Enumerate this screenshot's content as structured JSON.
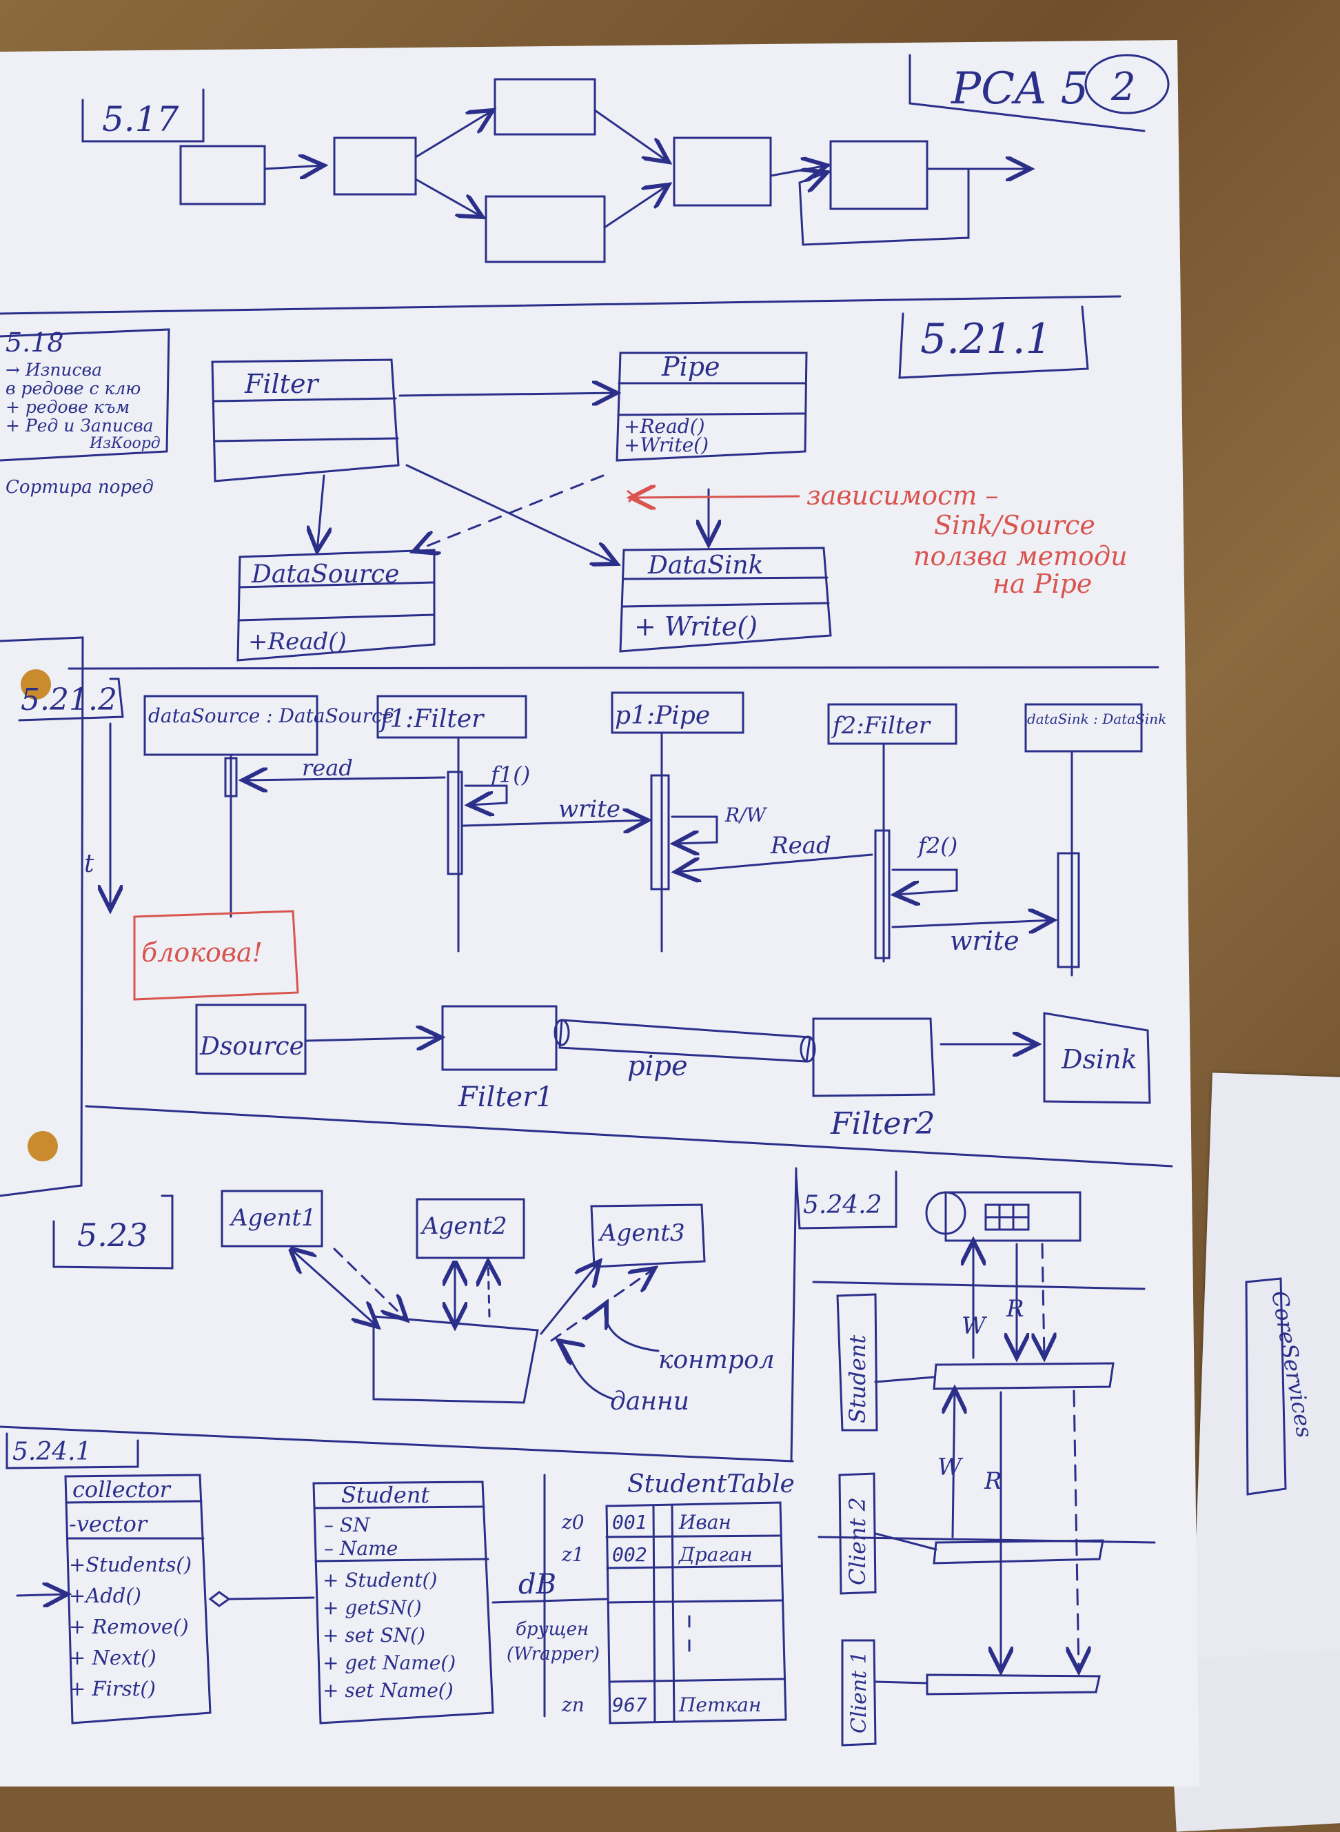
{
  "corner_label": "PCA 5",
  "corner_number": "2",
  "ink_color": "#2b2f8a",
  "red_ink_color": "#d9534f",
  "sections": {
    "s517": "5.17",
    "s518": {
      "number": "5.18",
      "notes": [
        "→ Изписва",
        "в редове с клю",
        "+ редове към",
        "+ Ред и Записва",
        "ИзКоорд",
        "Сортира поред"
      ]
    },
    "s5211": {
      "number": "5.21.1",
      "filter": {
        "name": "Filter"
      },
      "pipe": {
        "name": "Pipe",
        "ops": [
          "+Read()",
          "+Write()"
        ]
      },
      "datasource": {
        "name": "DataSource",
        "ops": [
          "+Read()"
        ]
      },
      "datasink": {
        "name": "DataSink",
        "ops": [
          "+ Write()"
        ]
      },
      "red_note": [
        "зависимост –",
        "Sink/Source",
        "ползва методи",
        "на Pipe"
      ]
    },
    "s5212": {
      "number": "5.21.2",
      "time": "t",
      "lifelines": [
        "dataSource : DataSource",
        "f1:Filter",
        "p1:Pipe",
        "f2:Filter",
        "dataSink : DataSink"
      ],
      "messages": {
        "read1": "read",
        "f1": "f1()",
        "write1": "write",
        "rw": "R/W",
        "read2": "Read",
        "f2": "f2()",
        "write2": "write"
      },
      "red_note": "блокова!",
      "pipeline": {
        "dsource": "Dsource",
        "filter1": "Filter1",
        "pipe": "pipe",
        "filter2": "Filter2",
        "dsink": "Dsink"
      }
    },
    "s523": {
      "number": "5.23",
      "agents": [
        "Agent1",
        "Agent2",
        "Agent3"
      ],
      "labels": {
        "control": "контрол",
        "data": "данни"
      }
    },
    "s5241": {
      "number": "5.24.1",
      "collector": {
        "name": "collector",
        "attr": "-vector",
        "ops": [
          "+Students()",
          "+Add()",
          "+ Remove()",
          "+ Next()",
          "+ First()"
        ]
      },
      "student": {
        "name": "Student",
        "attrs": [
          "– SN",
          "– Name"
        ],
        "ops": [
          "+ Student()",
          "+ getSN()",
          "+ set SN()",
          "+ get Name()",
          "+ set Name()"
        ]
      },
      "db": "dB",
      "wrapper": [
        "брущен",
        "(Wrapper)"
      ],
      "table": {
        "title": "StudentTable",
        "rows": [
          [
            "z0",
            "001",
            "Иван"
          ],
          [
            "z1",
            "002",
            "Драган"
          ],
          [
            "zn",
            "967",
            "Петкан"
          ]
        ]
      }
    },
    "s5242": {
      "number": "5.24.2",
      "clients": [
        "Student",
        "Client 2",
        "Client 1"
      ],
      "arrows": {
        "w": "W",
        "r": "R"
      }
    },
    "side_sheet": {
      "label": "CoreServices"
    }
  }
}
